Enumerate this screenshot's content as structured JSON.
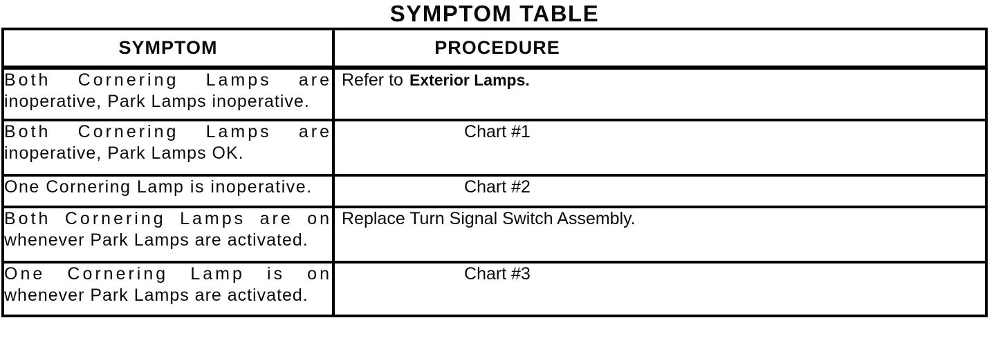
{
  "page": {
    "title": "SYMPTOM TABLE"
  },
  "table": {
    "headers": {
      "symptom": "SYMPTOM",
      "procedure": "PROCEDURE"
    },
    "rows": [
      {
        "symptom_line1": "Both Cornering Lamps are",
        "symptom_line2": "inoperative, Park Lamps inoperative.",
        "procedure_prefix": "Refer to",
        "procedure_reference": "Exterior Lamps."
      },
      {
        "symptom_line1": "Both Cornering Lamps are",
        "symptom_line2": "inoperative, Park Lamps OK.",
        "procedure": "Chart #1"
      },
      {
        "symptom_line1": "One Cornering Lamp is inoperative.",
        "procedure": "Chart #2"
      },
      {
        "symptom_line1": "Both Cornering Lamps are on",
        "symptom_line2": "whenever Park Lamps are activated.",
        "procedure": "Replace Turn Signal Switch Assembly."
      },
      {
        "symptom_line1": "One Cornering Lamp is on",
        "symptom_line2": "whenever Park Lamps are activated.",
        "procedure": "Chart #3"
      }
    ]
  }
}
